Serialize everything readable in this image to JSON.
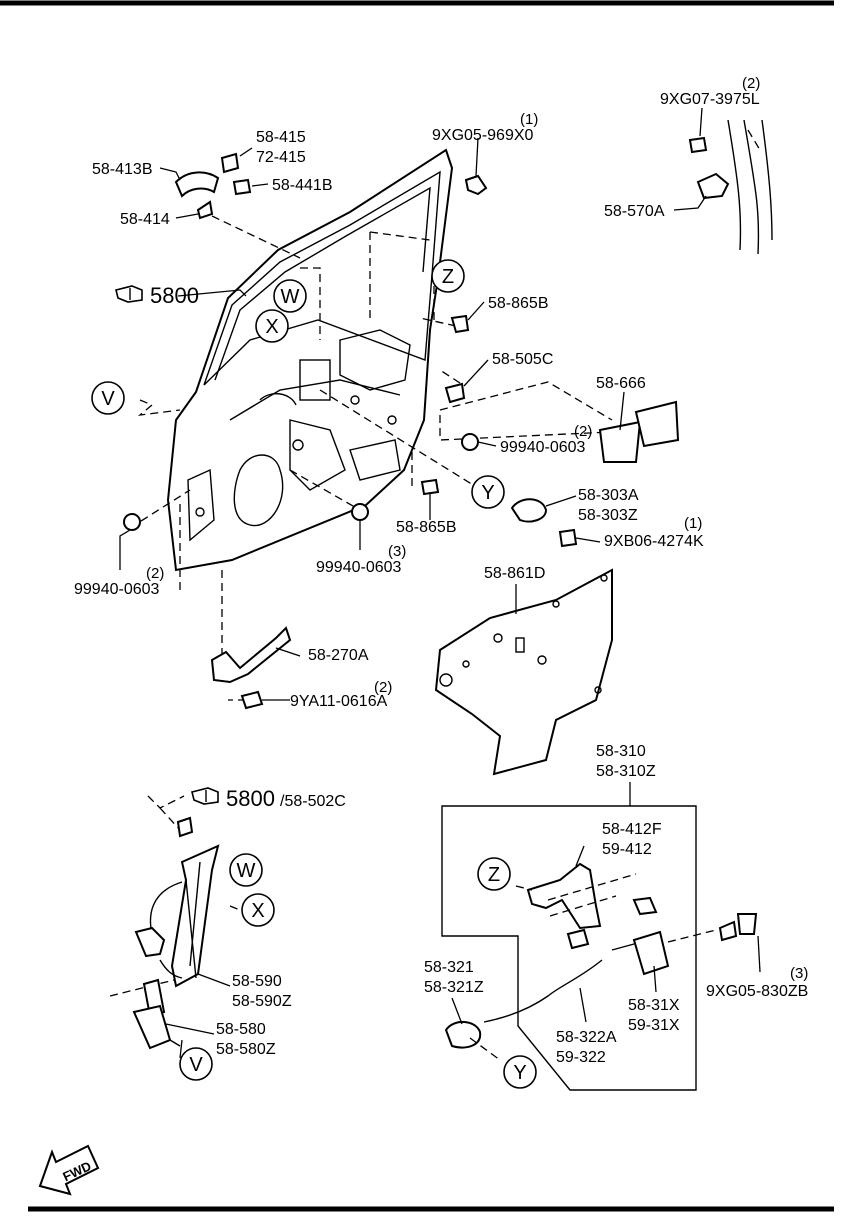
{
  "labels": {
    "p58_415": "58-415",
    "p72_415": "72-415",
    "p58_413b": "58-413B",
    "p58_441b": "58-441B",
    "p58_414": "58-414",
    "p9xg05_969x0": "9XG05-969X0",
    "p9xg05_969x0_qty": "(1)",
    "p9xg07_3975l": "9XG07-3975L",
    "p9xg07_3975l_qty": "(2)",
    "p58_570a": "58-570A",
    "ref5800": "5800",
    "p58_865b_top": "58-865B",
    "p58_505c": "58-505C",
    "p58_666": "58-666",
    "p99940_0603_right": "99940-0603",
    "p99940_0603_right_qty": "(2)",
    "p58_303a": "58-303A",
    "p58_303z": "58-303Z",
    "p9xb06_4274k": "9XB06-4274K",
    "p9xb06_4274k_qty": "(1)",
    "p58_865b_low": "58-865B",
    "p99940_0603_mid": "99940-0603",
    "p99940_0603_mid_qty": "(3)",
    "p99940_0603_left": "99940-0603",
    "p99940_0603_left_qty": "(2)",
    "p58_861d": "58-861D",
    "p58_270a": "58-270A",
    "p9ya11_0616a": "9YA11-0616A",
    "p9ya11_0616a_qty": "(2)",
    "ref5800_502c_a": "5800",
    "ref5800_502c_b": "/58-502C",
    "p58_310": "58-310",
    "p58_310z": "58-310Z",
    "p58_412f": "58-412F",
    "p59_412": "59-412",
    "p58_590": "58-590",
    "p58_590z": "58-590Z",
    "p58_580": "58-580",
    "p58_580z": "58-580Z",
    "p58_321": "58-321",
    "p58_321z": "58-321Z",
    "p58_322a": "58-322A",
    "p59_322": "59-322",
    "p58_31x": "58-31X",
    "p59_31x": "59-31X",
    "p9xg05_830zb": "9XG05-830ZB",
    "p9xg05_830zb_qty": "(3)",
    "fwd": "FWD"
  },
  "callouts": {
    "W": "W",
    "X": "X",
    "V": "V",
    "Y": "Y",
    "Z": "Z"
  },
  "icons": [
    "reference-hand-icon",
    "fwd-arrow-icon"
  ],
  "colors": {
    "ink": "#000000",
    "paper": "#ffffff"
  }
}
